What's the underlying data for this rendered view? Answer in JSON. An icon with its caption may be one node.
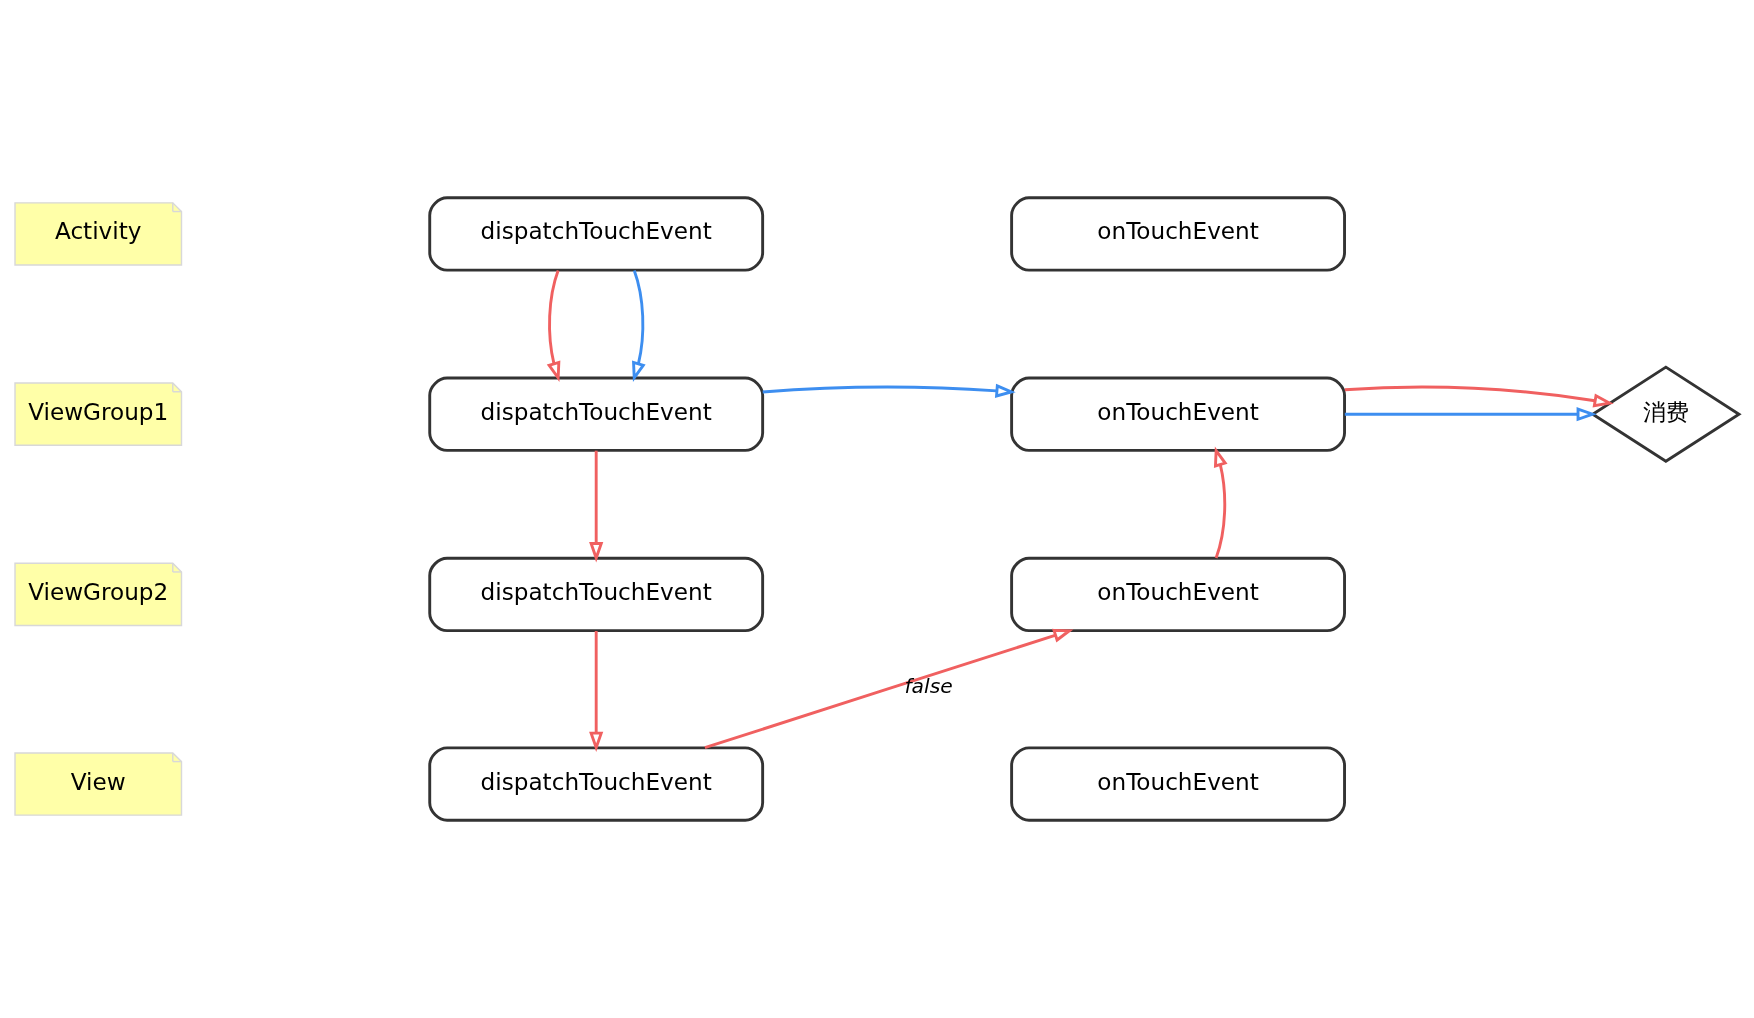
{
  "diagram": {
    "nodes": [
      {
        "text": [
          "Activity"
        ]
      },
      {
        "text": [
          "dispatchTouchEvent"
        ]
      },
      {
        "text": [
          "onTouchEvent"
        ]
      },
      {
        "text": [
          "ViewGroup1"
        ]
      },
      {
        "text": [
          "dispatchTouchEvent"
        ]
      },
      {
        "text": [
          "onTouchEvent"
        ]
      },
      {
        "text": [
          "消费"
        ]
      },
      {
        "text": [
          "ViewGroup2"
        ]
      },
      {
        "text": [
          "dispatchTouchEvent"
        ]
      },
      {
        "text": [
          "onTouchEvent"
        ]
      },
      {
        "text": [
          "View"
        ]
      },
      {
        "text": [
          "dispatchTouchEvent"
        ]
      },
      {
        "text": [
          "onTouchEvent"
        ]
      }
    ],
    "edges": [
      {
        "from": 1,
        "to": 4,
        "arrow": "to"
      },
      {
        "from": 1,
        "to": 4,
        "arrow": "to",
        "color": "#3d8ef0"
      },
      {
        "from": 4,
        "to": 5,
        "arrow": "to",
        "color": "#3d8ef0"
      },
      {
        "from": 5,
        "to": 6,
        "arrow": "to",
        "color": "#3d8ef0"
      },
      {
        "from": 5,
        "to": 6,
        "arrow": "to"
      },
      {
        "from": 4,
        "to": 8,
        "arrow": "to"
      },
      {
        "from": 8,
        "to": 11,
        "arrow": "to"
      },
      {
        "from": 11,
        "to": 9,
        "arrow": "to",
        "label": "false"
      },
      {
        "from": 9,
        "to": 5,
        "arrow": "to"
      }
    ]
  }
}
